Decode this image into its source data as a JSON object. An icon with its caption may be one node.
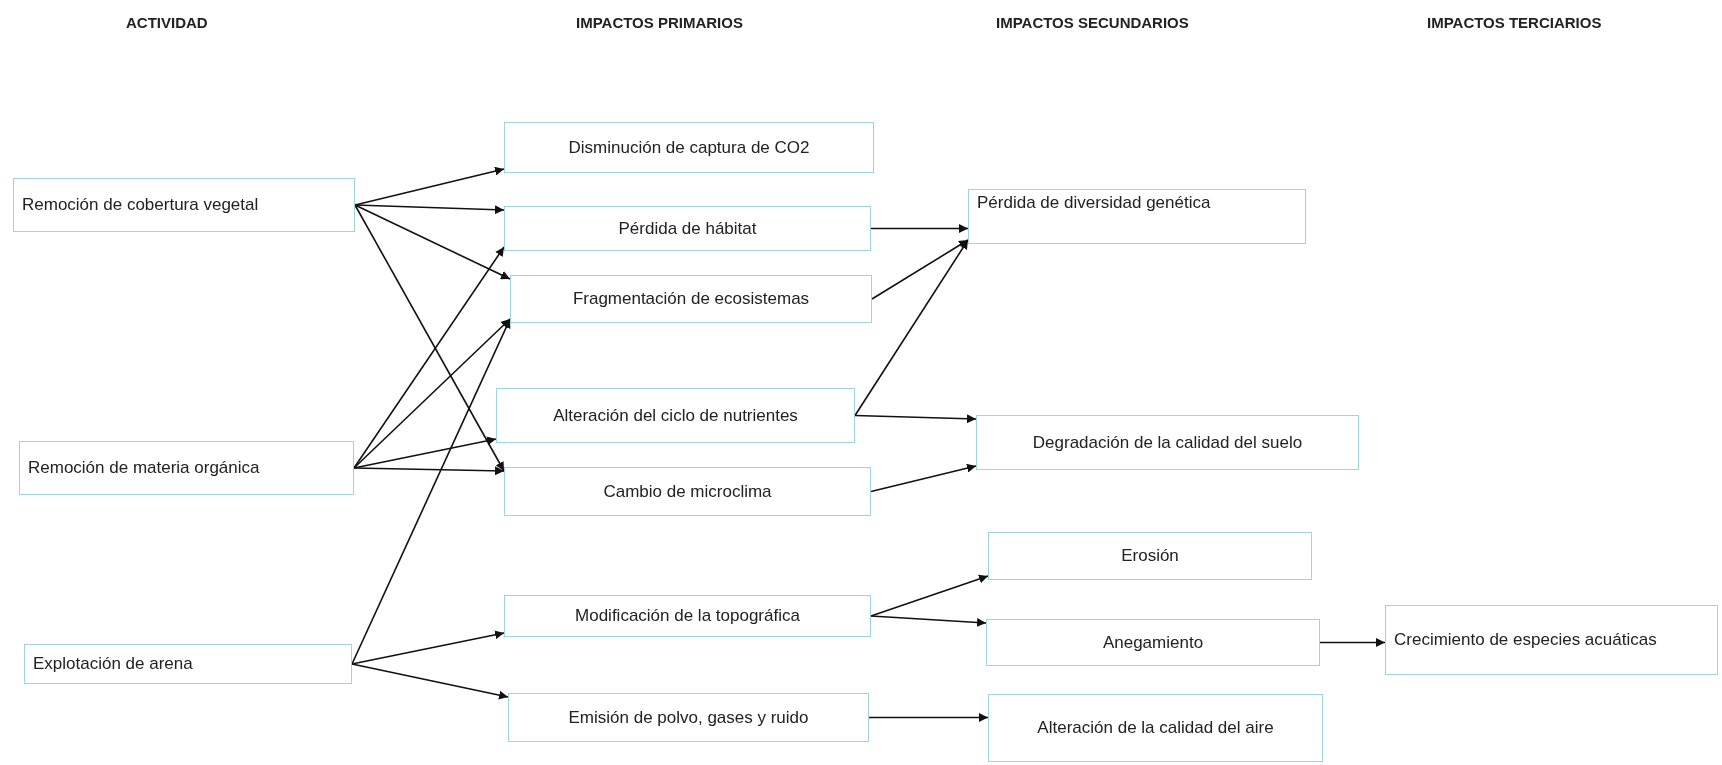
{
  "diagram": {
    "nodes": [
      {
        "text": [
          "Remoción de cobertura vegetal"
        ]
      },
      {
        "text": [
          "Remoción de materia orgánica"
        ]
      },
      {
        "text": [
          "Explotación de arena"
        ]
      },
      {
        "text": [
          "Disminución de captura de CO2"
        ]
      },
      {
        "text": [
          "Pérdida de hábitat"
        ]
      },
      {
        "text": [
          "Fragmentación de ecosistemas"
        ]
      },
      {
        "text": [
          "Alteración del ciclo de nutrientes"
        ]
      },
      {
        "text": [
          "Cambio de microclima"
        ]
      },
      {
        "text": [
          "Modificación de la topográfica"
        ]
      },
      {
        "text": [
          "Emisión de polvo, gases y ruido"
        ]
      },
      {
        "text": [
          "Pérdida de diversidad genética"
        ]
      },
      {
        "text": [
          "Degradación de la calidad del suelo"
        ]
      },
      {
        "text": [
          "Erosión"
        ]
      },
      {
        "text": [
          "Anegamiento"
        ]
      },
      {
        "text": [
          "Alteración de la calidad del aire"
        ]
      },
      {
        "text": [
          "Crecimiento de especies acuáticas"
        ]
      }
    ],
    "edges": [
      {
        "from": 0,
        "to": 3,
        "arrow": "to"
      },
      {
        "from": 0,
        "to": 4,
        "arrow": "to"
      },
      {
        "from": 0,
        "to": 5,
        "arrow": "to"
      },
      {
        "from": 0,
        "to": 7,
        "arrow": "to"
      },
      {
        "from": 1,
        "to": 4,
        "arrow": "to"
      },
      {
        "from": 1,
        "to": 5,
        "arrow": "to"
      },
      {
        "from": 1,
        "to": 6,
        "arrow": "to"
      },
      {
        "from": 1,
        "to": 7,
        "arrow": "to"
      },
      {
        "from": 2,
        "to": 5,
        "arrow": "to"
      },
      {
        "from": 2,
        "to": 8,
        "arrow": "to"
      },
      {
        "from": 2,
        "to": 9,
        "arrow": "to"
      },
      {
        "from": 4,
        "to": 10,
        "arrow": "to"
      },
      {
        "from": 5,
        "to": 10,
        "arrow": "to"
      },
      {
        "from": 6,
        "to": 10,
        "arrow": "to"
      },
      {
        "from": 6,
        "to": 11,
        "arrow": "to"
      },
      {
        "from": 7,
        "to": 11,
        "arrow": "to"
      },
      {
        "from": 8,
        "to": 12,
        "arrow": "to"
      },
      {
        "from": 8,
        "to": 13,
        "arrow": "to"
      },
      {
        "from": 13,
        "to": 15,
        "arrow": "to"
      },
      {
        "from": 9,
        "to": 14,
        "arrow": "to"
      }
    ],
    "labels": [
      "ACTIVIDAD",
      "IMPACTOS PRIMARIOS",
      "IMPACTOS SECUNDARIOS",
      "IMPACTOS TERCIARIOS"
    ]
  }
}
